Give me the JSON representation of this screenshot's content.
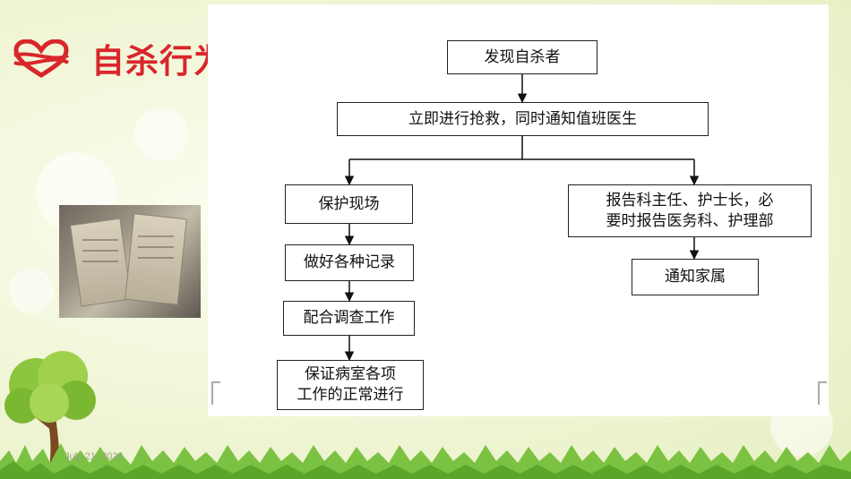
{
  "title": "自杀行为处理流程",
  "date": "July 21, 2026",
  "flow": {
    "n1": "发现自杀者",
    "n2": "立即进行抢救，同时通知值班医生",
    "n3": "保护现场",
    "n4": "做好各种记录",
    "n5": "配合调查工作",
    "n6": "保证病室各项\n工作的正常进行",
    "n7": "报告科主任、护士长，必\n要时报告医务科、护理部",
    "n8": "通知家属"
  },
  "colors": {
    "title": "#d9262b",
    "box_border": "#222222"
  }
}
